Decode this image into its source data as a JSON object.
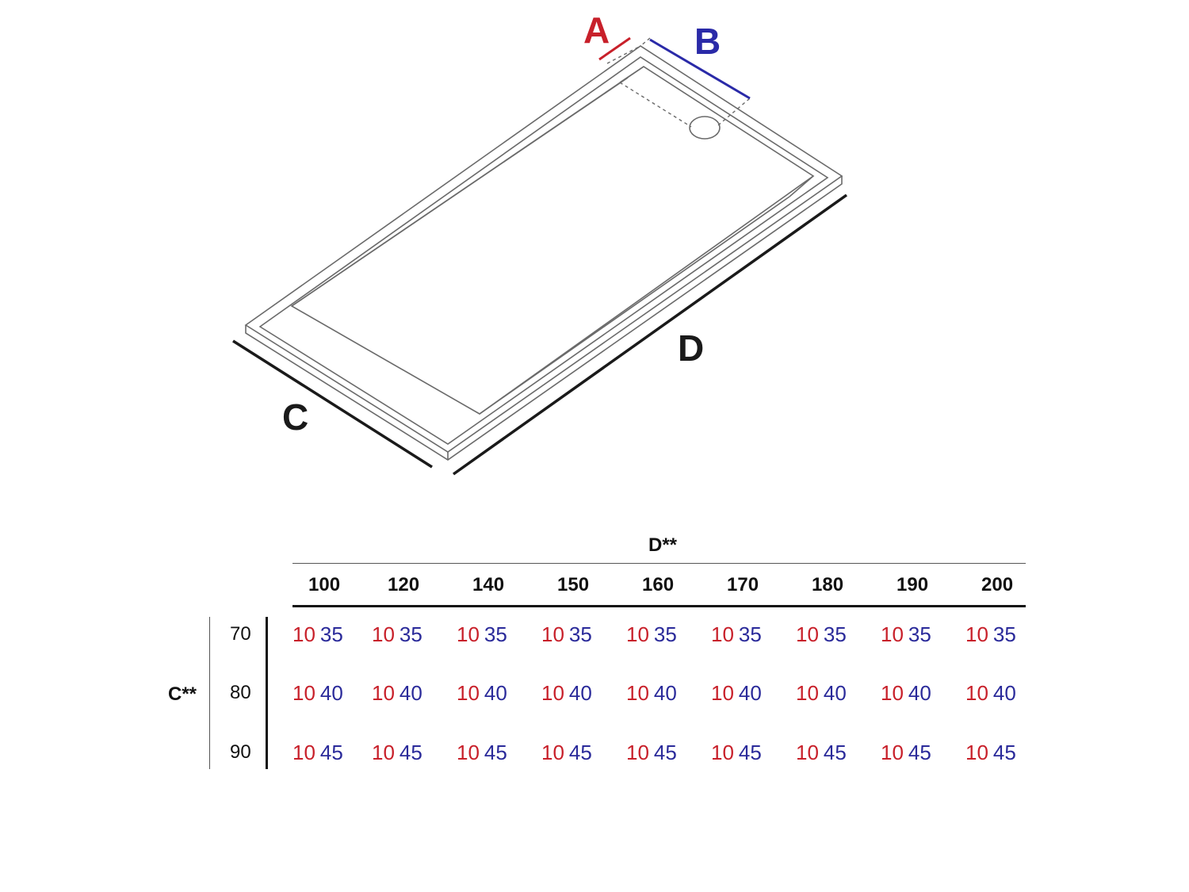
{
  "diagram": {
    "labels": {
      "a": "A",
      "b": "B",
      "c": "C",
      "d": "D"
    },
    "colors": {
      "a": "#c8202a",
      "b": "#2a2aa8",
      "outline": "#1a1a1a",
      "tray": "#6a6a6a"
    }
  },
  "table": {
    "column_group_label": "D**",
    "row_group_label": "C**",
    "columns": [
      "100",
      "120",
      "140",
      "150",
      "160",
      "170",
      "180",
      "190",
      "200"
    ],
    "rows": [
      {
        "label": "70",
        "cells": [
          [
            "10",
            "35"
          ],
          [
            "10",
            "35"
          ],
          [
            "10",
            "35"
          ],
          [
            "10",
            "35"
          ],
          [
            "10",
            "35"
          ],
          [
            "10",
            "35"
          ],
          [
            "10",
            "35"
          ],
          [
            "10",
            "35"
          ],
          [
            "10",
            "35"
          ]
        ]
      },
      {
        "label": "80",
        "cells": [
          [
            "10",
            "40"
          ],
          [
            "10",
            "40"
          ],
          [
            "10",
            "40"
          ],
          [
            "10",
            "40"
          ],
          [
            "10",
            "40"
          ],
          [
            "10",
            "40"
          ],
          [
            "10",
            "40"
          ],
          [
            "10",
            "40"
          ],
          [
            "10",
            "40"
          ]
        ]
      },
      {
        "label": "90",
        "cells": [
          [
            "10",
            "45"
          ],
          [
            "10",
            "45"
          ],
          [
            "10",
            "45"
          ],
          [
            "10",
            "45"
          ],
          [
            "10",
            "45"
          ],
          [
            "10",
            "45"
          ],
          [
            "10",
            "45"
          ],
          [
            "10",
            "45"
          ],
          [
            "10",
            "45"
          ]
        ]
      }
    ]
  }
}
